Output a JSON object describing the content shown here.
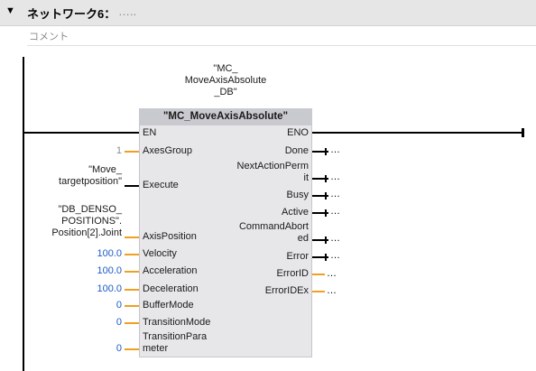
{
  "header": {
    "toggle_glyph": "▼",
    "network_title": "ネットワーク6：",
    "network_title_extra": "…..",
    "comment_placeholder": "コメント"
  },
  "block": {
    "instance_db_lines": [
      "\"MC_",
      "MoveAxisAbsolute",
      "_DB\""
    ],
    "type_name": "\"MC_MoveAxisAbsolute\"",
    "inputs": [
      {
        "label": "EN",
        "value": ""
      },
      {
        "label": "AxesGroup",
        "value": "1"
      },
      {
        "label": "Execute",
        "value_lines": [
          "\"Move_",
          "targetposition\""
        ]
      },
      {
        "label": "AxisPosition",
        "value_lines": [
          "\"DB_DENSO_",
          "POSITIONS\".",
          "Position[2].Joint"
        ]
      },
      {
        "label": "Velocity",
        "value": "100.0"
      },
      {
        "label": "Acceleration",
        "value": "100.0"
      },
      {
        "label": "Deceleration",
        "value": "100.0"
      },
      {
        "label": "BufferMode",
        "value": "0"
      },
      {
        "label": "TransitionMode",
        "value": "0"
      },
      {
        "label_lines": [
          "TransitionPara",
          "meter"
        ],
        "value": "0"
      }
    ],
    "outputs": [
      {
        "label": "ENO"
      },
      {
        "label": "Done",
        "value": "…"
      },
      {
        "label_lines": [
          "NextActionPerm",
          "it"
        ],
        "value": "…"
      },
      {
        "label": "Busy",
        "value": "…"
      },
      {
        "label": "Active",
        "value": "…"
      },
      {
        "label_lines": [
          "CommandAbort",
          "ed"
        ],
        "value": "…"
      },
      {
        "label": "Error",
        "value": "…"
      },
      {
        "label": "ErrorID",
        "value": "…"
      },
      {
        "label": "ErrorIDEx",
        "value": "…"
      }
    ]
  },
  "colors": {
    "value_blue": "#1c5bc4",
    "value_gray": "#8c8c8c",
    "pin_line_orange": "#f0a020",
    "block_fill": "#e7e7ea",
    "block_title_fill": "#c9cad0"
  }
}
